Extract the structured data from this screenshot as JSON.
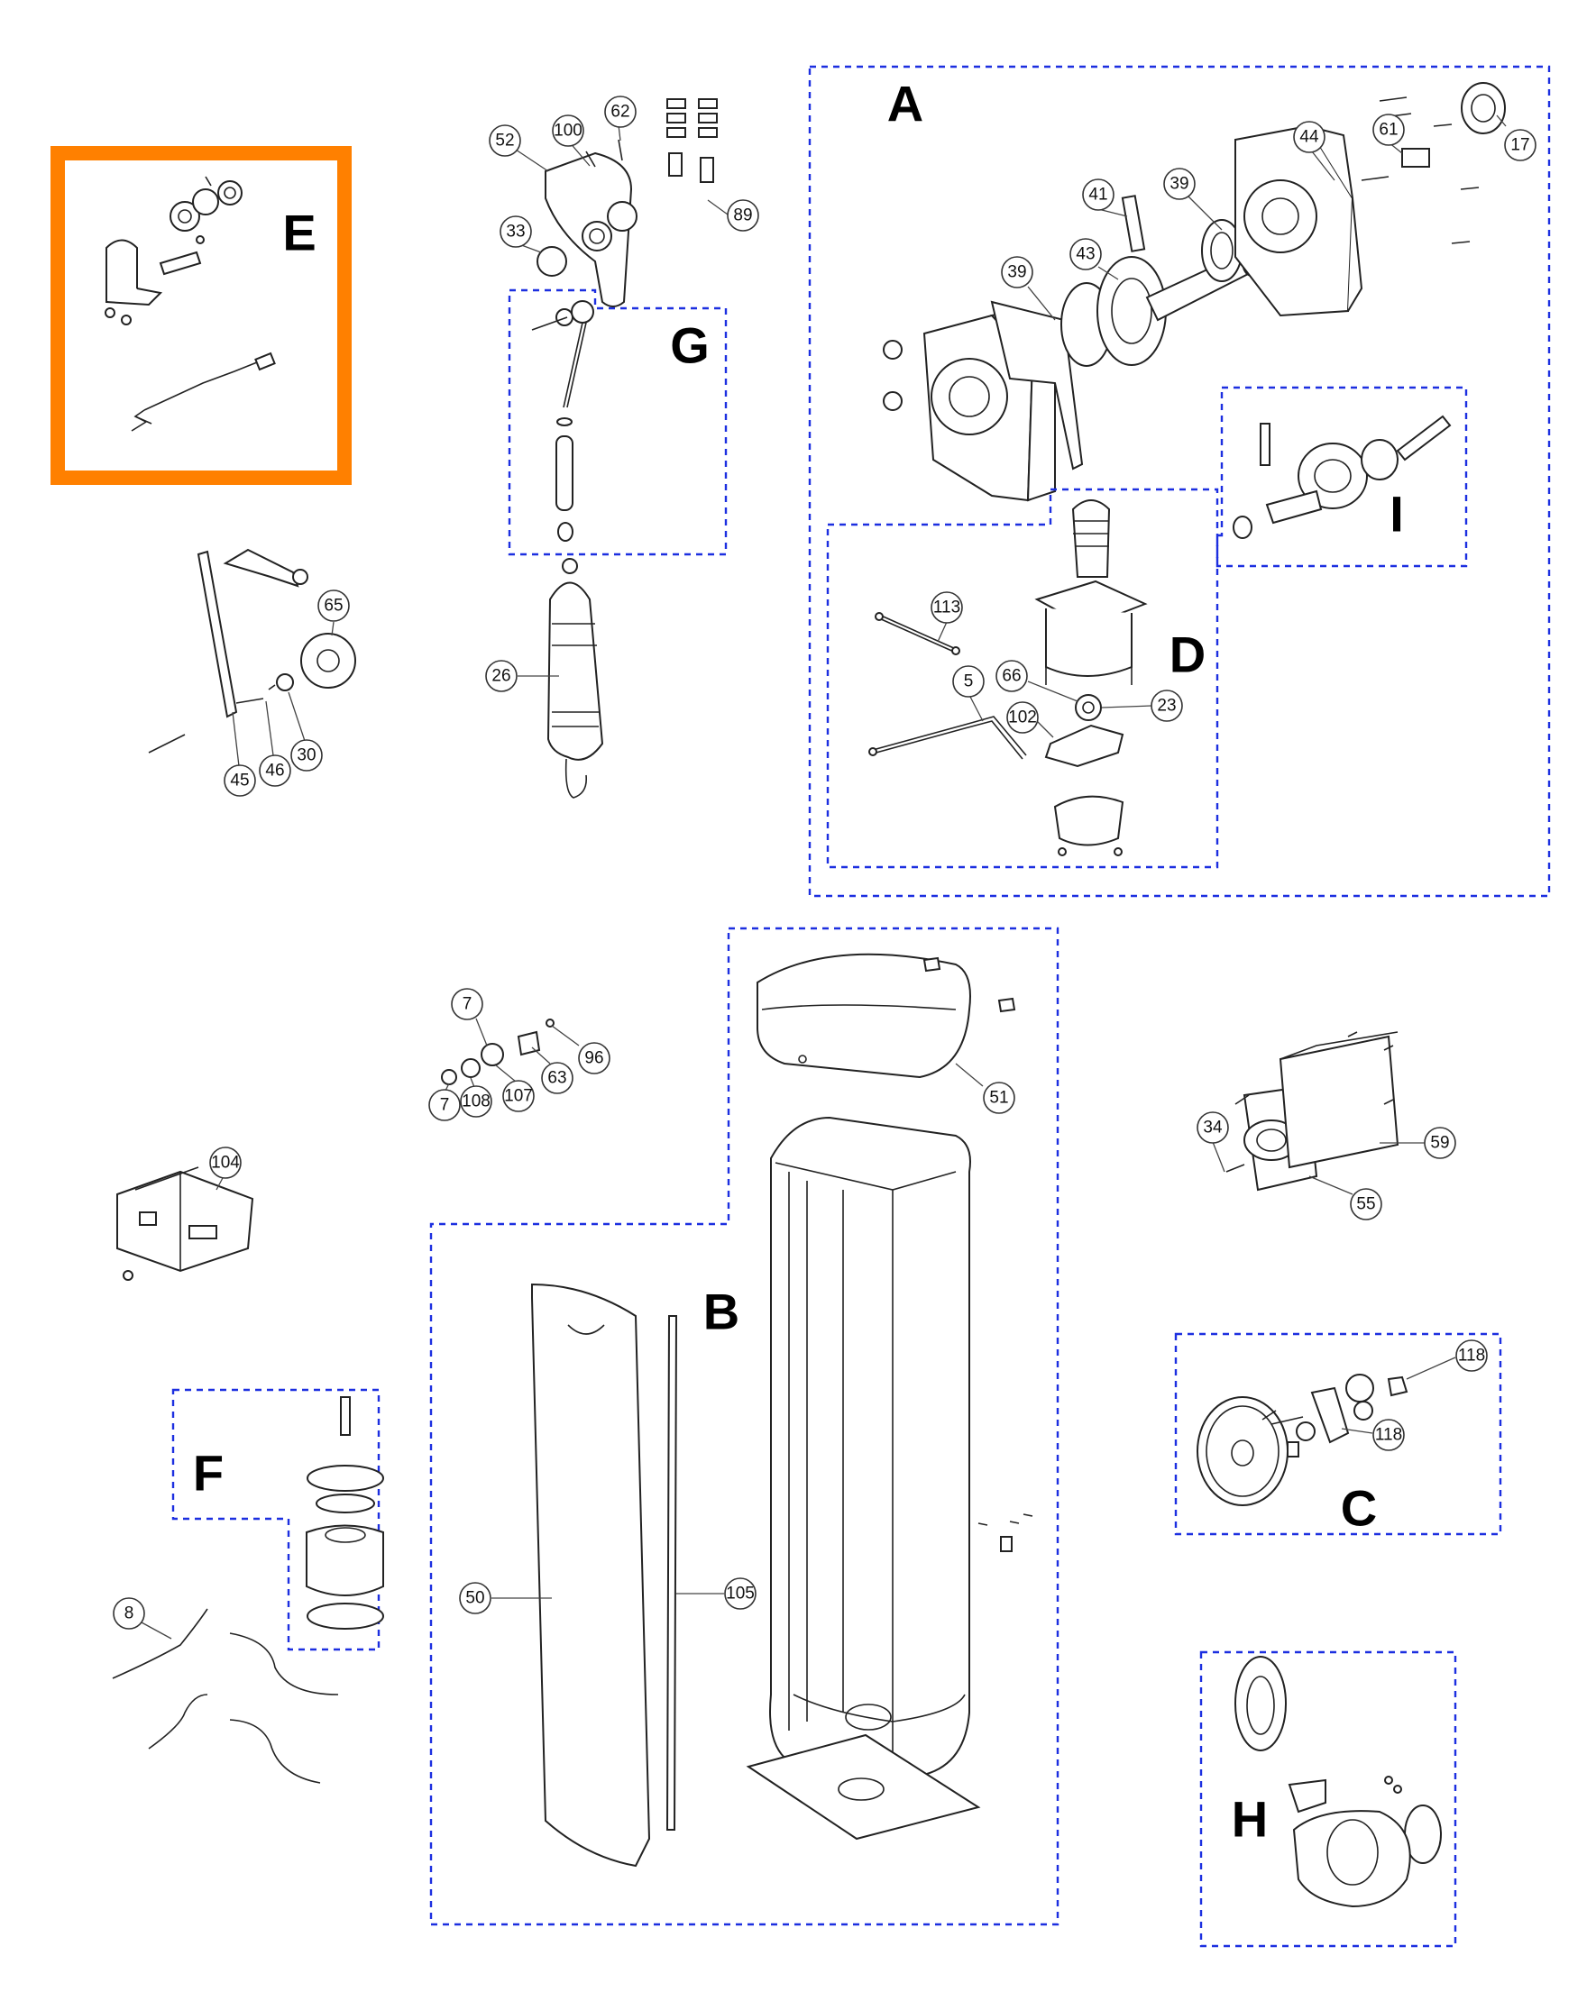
{
  "highlight_color": "#ff8000",
  "group_border_color": "#1c2fe0",
  "groups": [
    {
      "letter": "A"
    },
    {
      "letter": "B"
    },
    {
      "letter": "C"
    },
    {
      "letter": "D"
    },
    {
      "letter": "E"
    },
    {
      "letter": "F"
    },
    {
      "letter": "G"
    },
    {
      "letter": "H"
    },
    {
      "letter": "I"
    }
  ],
  "callouts": [
    "52",
    "100",
    "62",
    "89",
    "33",
    "26",
    "113",
    "5",
    "66",
    "102",
    "23",
    "41",
    "39",
    "43",
    "39",
    "44",
    "61",
    "17",
    "65",
    "45",
    "46",
    "30",
    "7",
    "96",
    "63",
    "7",
    "108",
    "107",
    "51",
    "104",
    "50",
    "105",
    "8",
    "34",
    "59",
    "55",
    "118",
    "118"
  ]
}
